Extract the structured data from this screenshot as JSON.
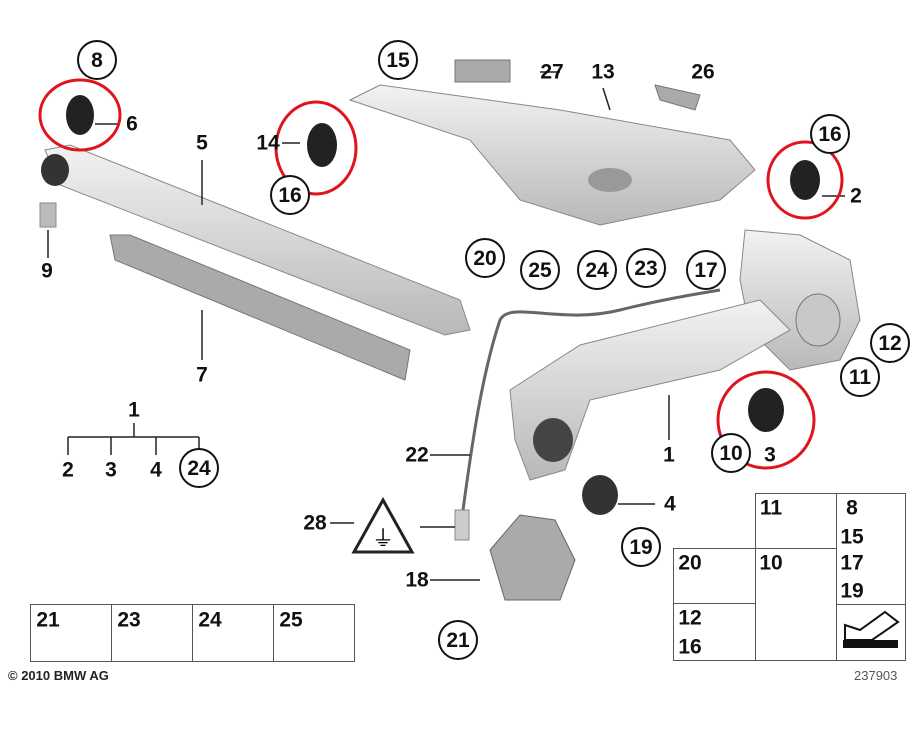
{
  "diagram": {
    "labels": {
      "p8": "8",
      "p6": "6",
      "p15": "15",
      "p27": "27",
      "p13": "13",
      "p26": "26",
      "p5": "5",
      "p14": "14",
      "p16a": "16",
      "p16b": "16",
      "p2": "2",
      "p9": "9",
      "p20": "20",
      "p25": "25",
      "p24": "24",
      "p23": "23",
      "p17": "17",
      "p12": "12",
      "p11": "11",
      "p7": "7",
      "p1a": "1",
      "p2b": "2",
      "p3b": "3",
      "p4b": "4",
      "p24b": "24",
      "p22": "22",
      "p1b": "1",
      "p10": "10",
      "p3": "3",
      "p4": "4",
      "p19": "19",
      "p28": "28",
      "p18": "18",
      "p21": "21"
    },
    "hardware_left": [
      "21",
      "23",
      "24",
      "25"
    ],
    "hardware_right": {
      "c11": "11",
      "c8": "8",
      "c15": "15",
      "c17": "17",
      "c19": "19",
      "c20": "20",
      "c10": "10",
      "c12": "12",
      "c16": "16"
    },
    "highlight_color": "#e0141e"
  },
  "footer": {
    "copyright": "© 2010 BMW AG",
    "diagram_number": "237903"
  }
}
